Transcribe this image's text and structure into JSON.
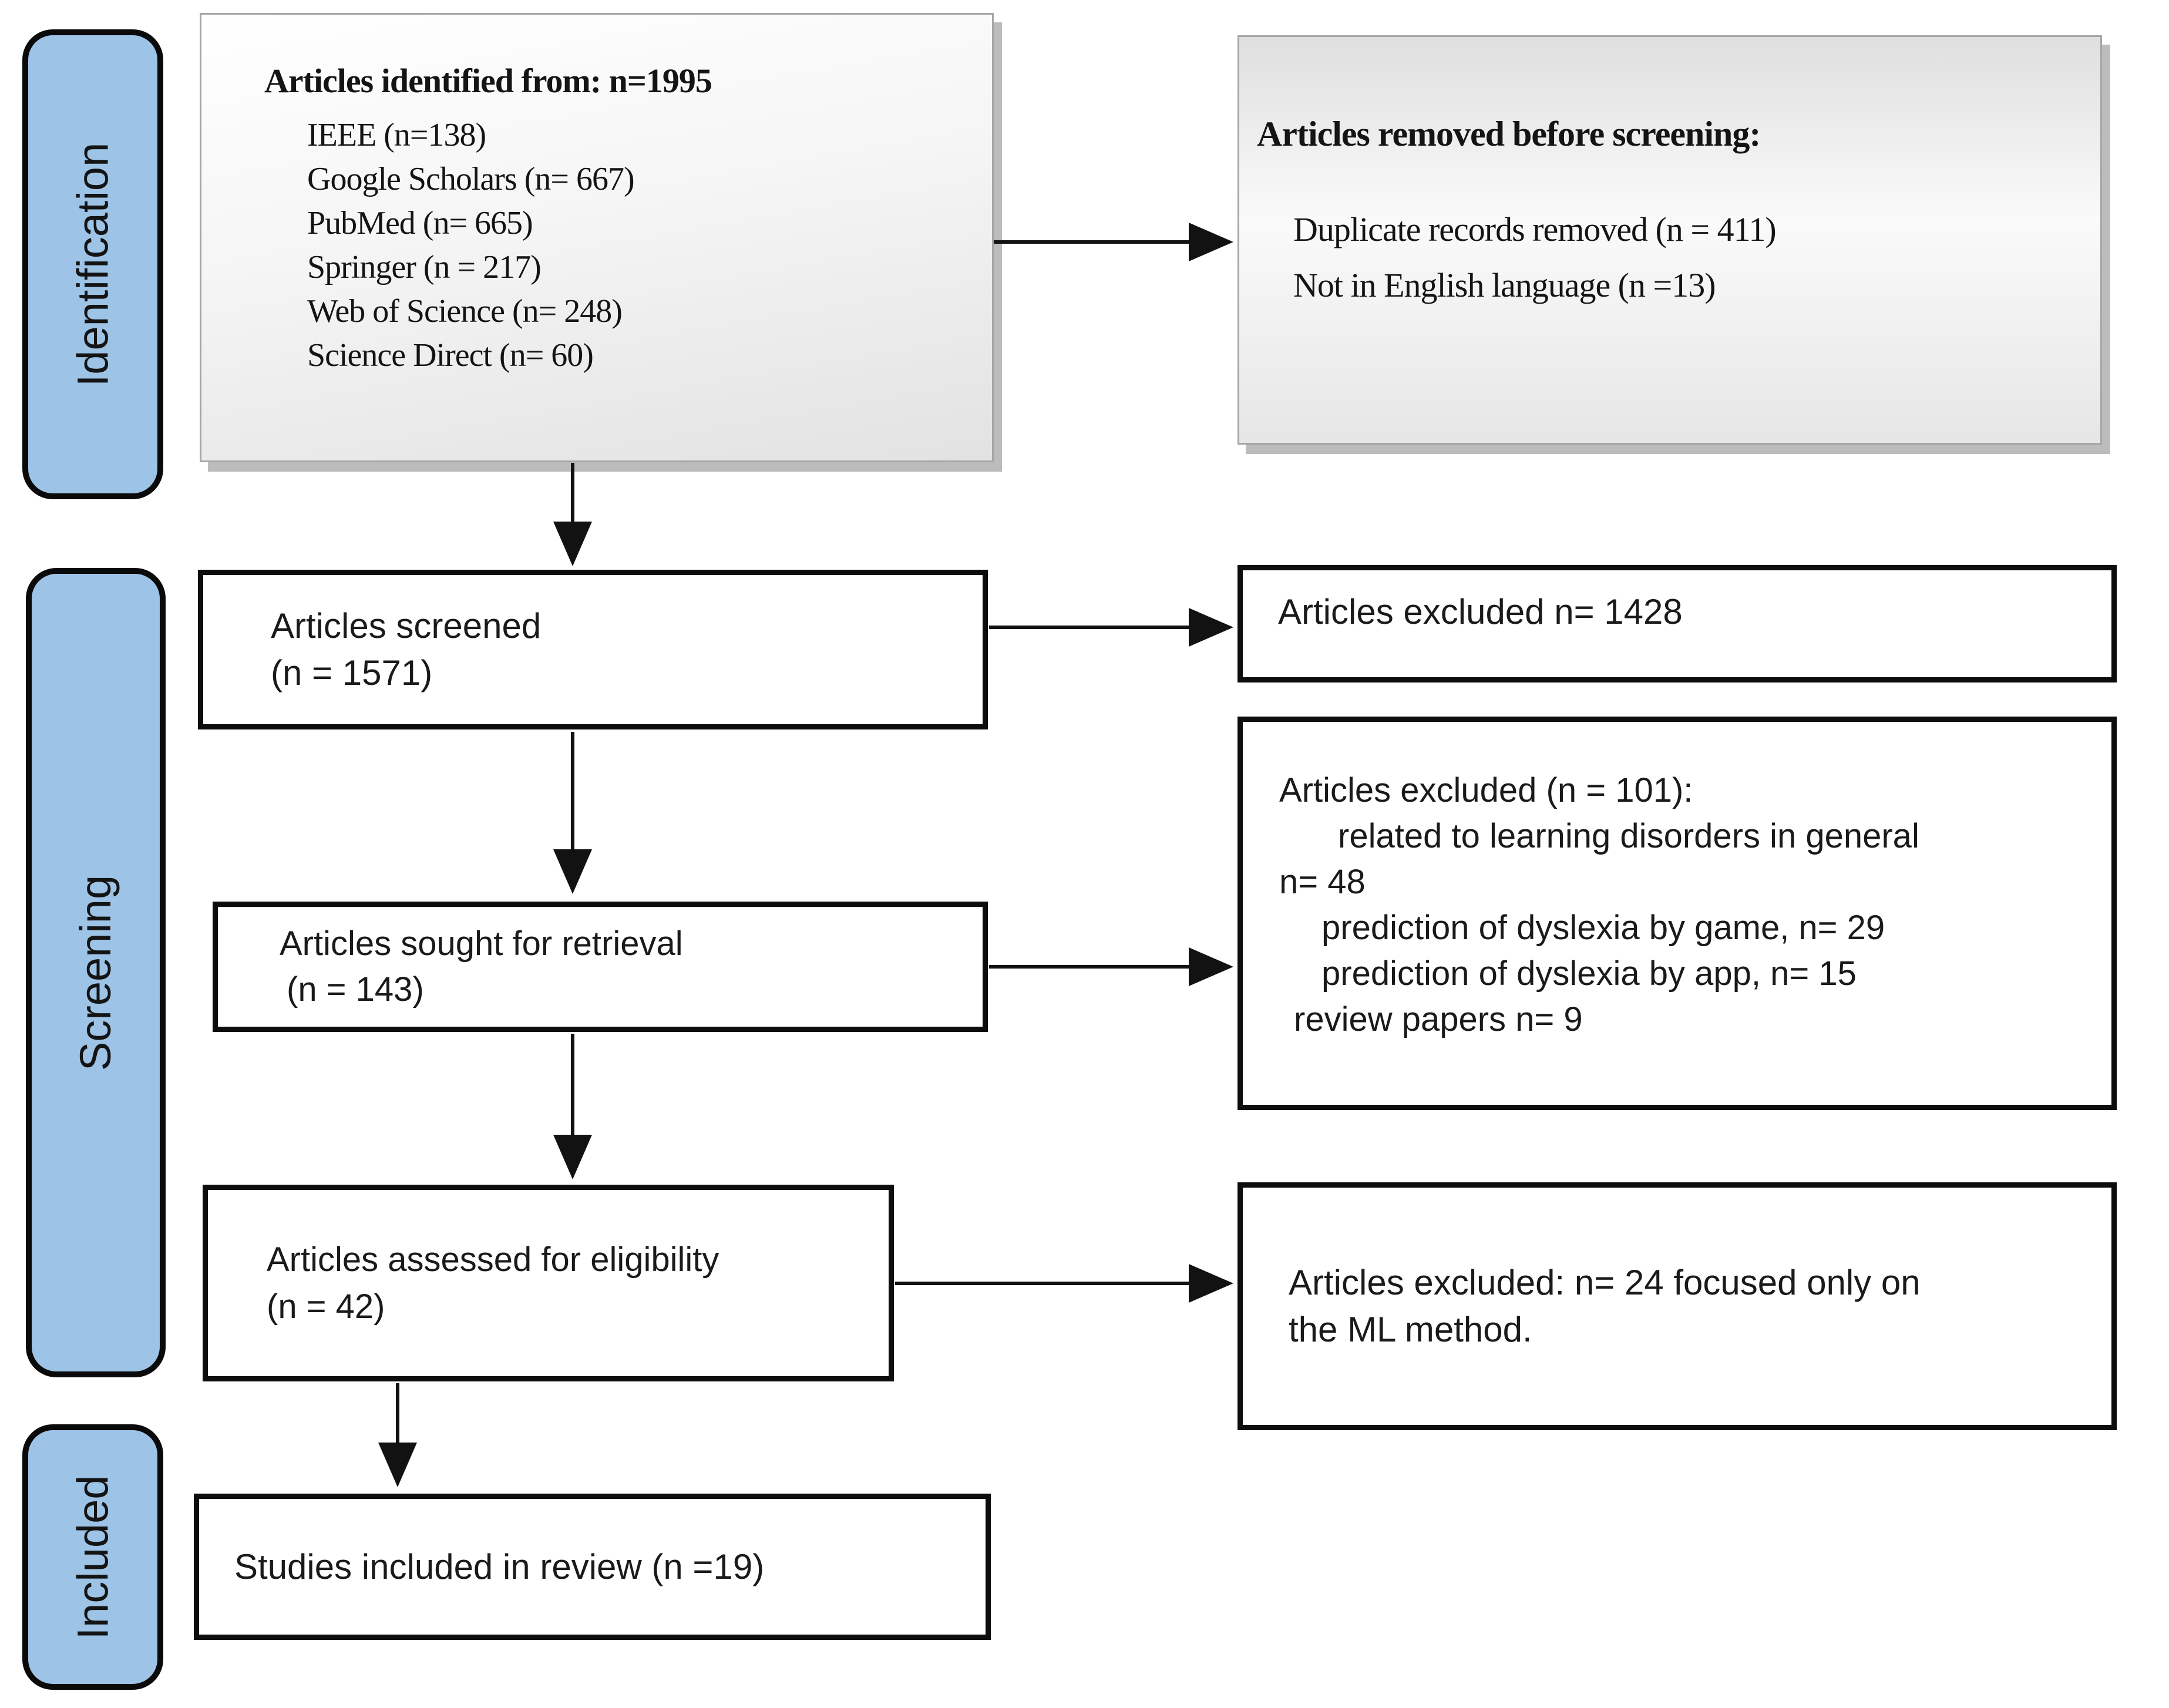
{
  "stages": {
    "identification": "Identification",
    "screening": "Screening",
    "included": "Included"
  },
  "boxes": {
    "identified": {
      "title": "Articles identified from: n=1995",
      "items": [
        "IEEE (n=138)",
        "Google Scholars (n= 667)",
        "PubMed (n= 665)",
        "Springer (n = 217)",
        "Web of Science (n= 248)",
        "Science Direct (n= 60)"
      ]
    },
    "removed": {
      "title": "Articles removed before screening:",
      "items": [
        "Duplicate records removed (n = 411)",
        "Not in English language (n =13)"
      ]
    },
    "screened": {
      "line1": "Articles screened",
      "line2": "(n = 1571)"
    },
    "excluded_screening": {
      "text": "Articles excluded n= 1428"
    },
    "sought": {
      "line1": "Articles sought for retrieval",
      "line2": "(n = 143)"
    },
    "excluded_retrieval": {
      "lines": [
        "Articles excluded (n = 101):",
        "related to learning disorders in general",
        "n= 48",
        "prediction of dyslexia by game, n= 29",
        "prediction of dyslexia by app, n= 15",
        "review papers n= 9"
      ]
    },
    "assessed": {
      "line1": "Articles assessed for eligibility",
      "line2": "(n = 42)"
    },
    "excluded_eligibility": {
      "line1": "Articles excluded: n= 24 focused only on",
      "line2": "the ML method."
    },
    "included_review": {
      "text": "Studies included in review (n =19)"
    }
  },
  "colors": {
    "stage_fill": "#9DC3E6",
    "stage_border": "#0a0a0a",
    "box_border": "#0d0d0d",
    "arrow": "#121212"
  }
}
